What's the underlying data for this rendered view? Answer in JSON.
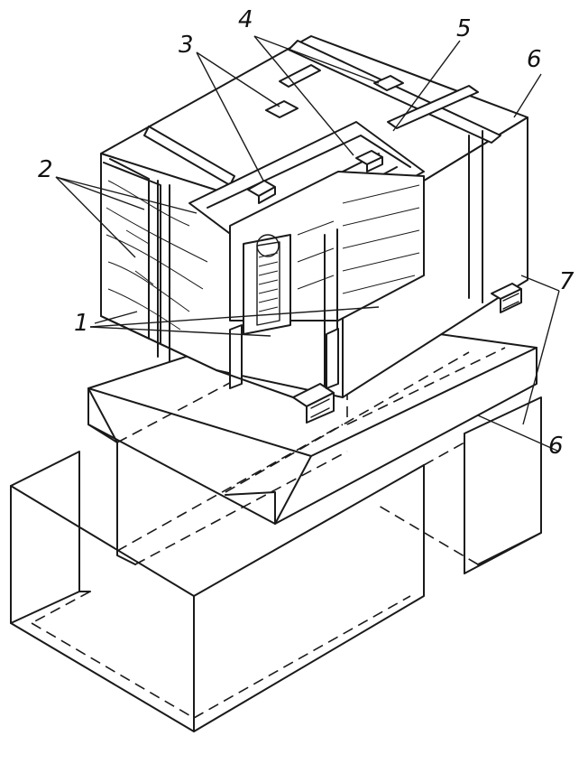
{
  "callouts": [
    {
      "id": "c1",
      "label": "1"
    },
    {
      "id": "c2",
      "label": "2"
    },
    {
      "id": "c3",
      "label": "3"
    },
    {
      "id": "c4",
      "label": "4"
    },
    {
      "id": "c5",
      "label": "5"
    },
    {
      "id": "c6a",
      "label": "6"
    },
    {
      "id": "c6b",
      "label": "6"
    },
    {
      "id": "c7",
      "label": "7"
    }
  ],
  "colors": {
    "ink": "#1a1a1a",
    "paper": "#ffffff"
  }
}
